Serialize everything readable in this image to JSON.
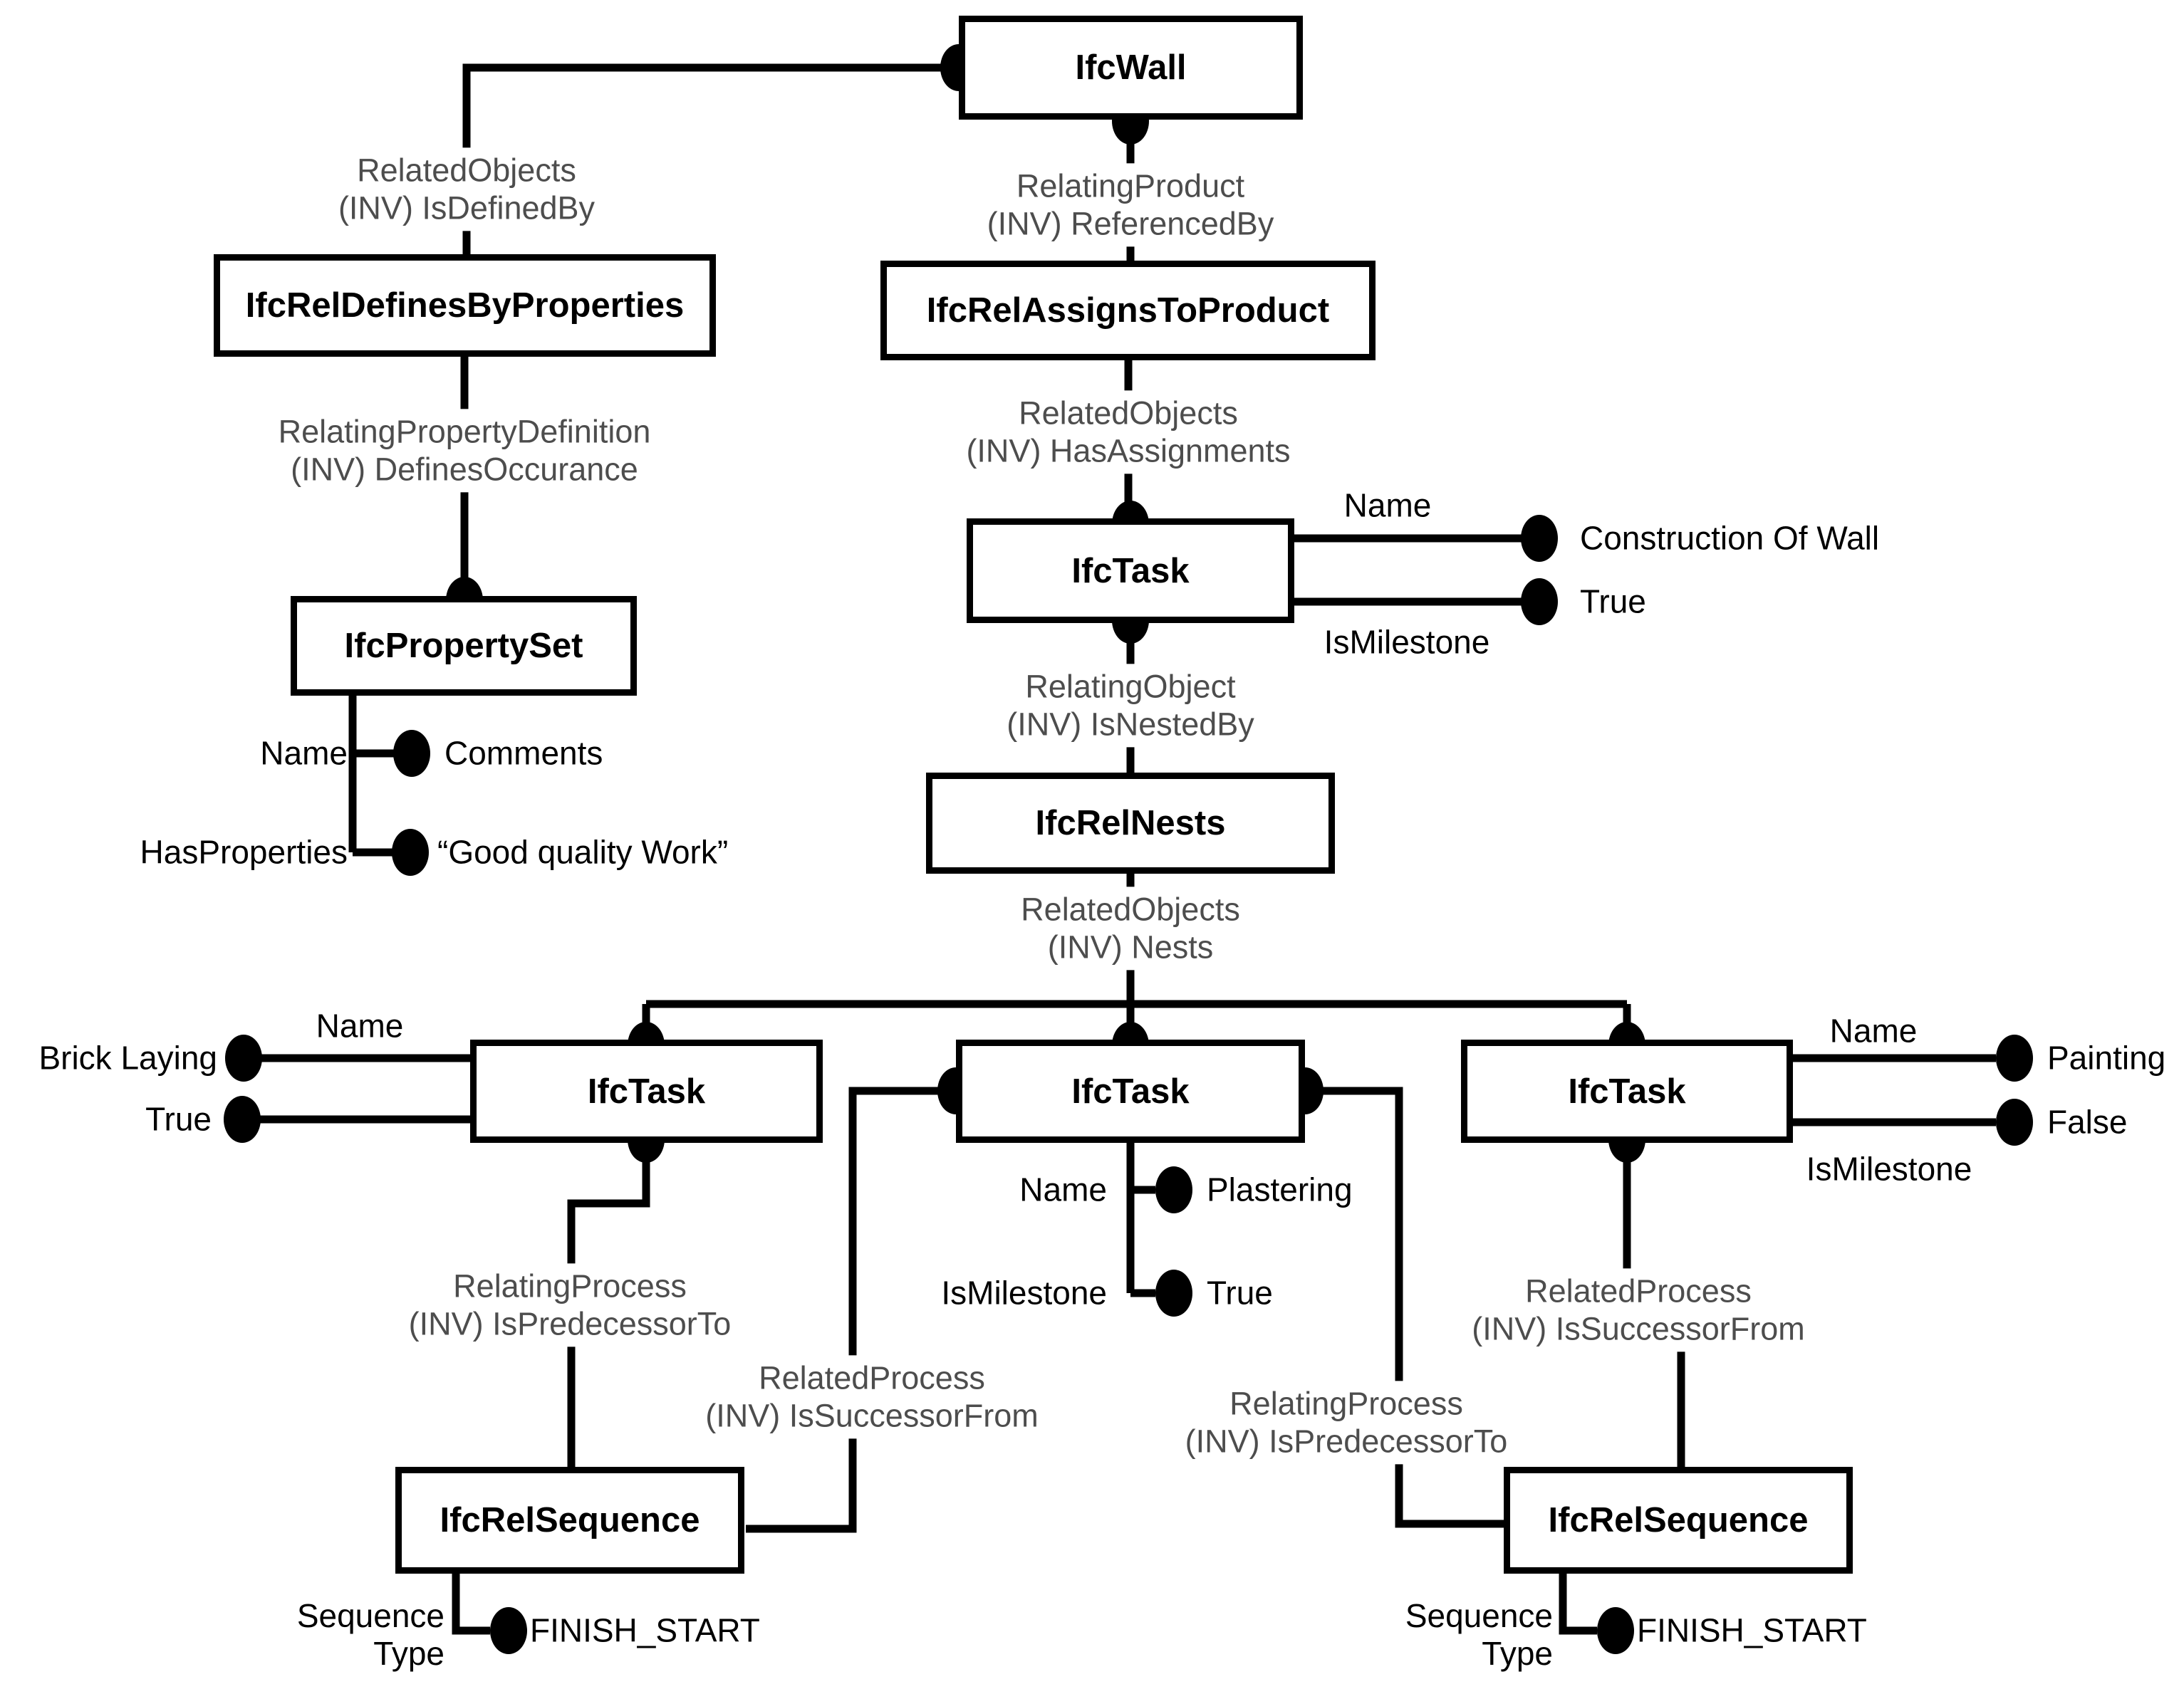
{
  "entities": {
    "wall": "IfcWall",
    "rel_defines_by_properties": "IfcRelDefinesByProperties",
    "rel_assigns_to_product": "IfcRelAssignsToProduct",
    "property_set": "IfcPropertySet",
    "task_construction": "IfcTask",
    "rel_nests": "IfcRelNests",
    "task_brick_laying": "IfcTask",
    "task_plastering": "IfcTask",
    "task_painting": "IfcTask",
    "rel_sequence_left": "IfcRelSequence",
    "rel_sequence_right": "IfcRelSequence"
  },
  "relationship_labels": {
    "is_defined_by": "RelatedObjects\n(INV) IsDefinedBy",
    "referenced_by": "RelatingProduct\n(INV) ReferencedBy",
    "defines_occurance": "RelatingPropertyDefinition\n(INV) DefinesOccurance",
    "has_assignments": "RelatedObjects\n(INV) HasAssignments",
    "is_nested_by": "RelatingObject\n(INV) IsNestedBy",
    "nests": "RelatedObjects\n(INV) Nests",
    "brick_is_predecessor_to": "RelatingProcess\n(INV) IsPredecessorTo",
    "plaster_is_successor_from": "RelatedProcess\n(INV) IsSuccessorFrom",
    "plaster_is_predecessor_to": "RelatingProcess\n(INV) IsPredecessorTo",
    "paint_is_successor_from": "RelatedProcess\n(INV) IsSuccessorFrom"
  },
  "attributes": {
    "property_set": {
      "name_label": "Name",
      "name_value": "Comments",
      "has_properties_label": "HasProperties",
      "has_properties_value": "“Good quality Work”"
    },
    "task_construction": {
      "name_label": "Name",
      "name_value": "Construction Of Wall",
      "is_milestone_label": "IsMilestone",
      "is_milestone_value": "True"
    },
    "task_brick_laying": {
      "name_label": "Name",
      "name_value": "Brick Laying",
      "is_milestone_value": "True"
    },
    "task_plastering": {
      "name_label": "Name",
      "name_value": "Plastering",
      "is_milestone_label": "IsMilestone",
      "is_milestone_value": "True"
    },
    "task_painting": {
      "name_label": "Name",
      "name_value": "Painting",
      "is_milestone_label": "IsMilestone",
      "is_milestone_value": "False"
    },
    "rel_sequence_left": {
      "sequence_type_label": "Sequence\nType",
      "sequence_type_value": "FINISH_START"
    },
    "rel_sequence_right": {
      "sequence_type_label": "Sequence\nType",
      "sequence_type_value": "FINISH_START"
    }
  },
  "colors": {
    "line": "#000000",
    "label_gray": "#4d4d4d",
    "background": "#ffffff"
  }
}
